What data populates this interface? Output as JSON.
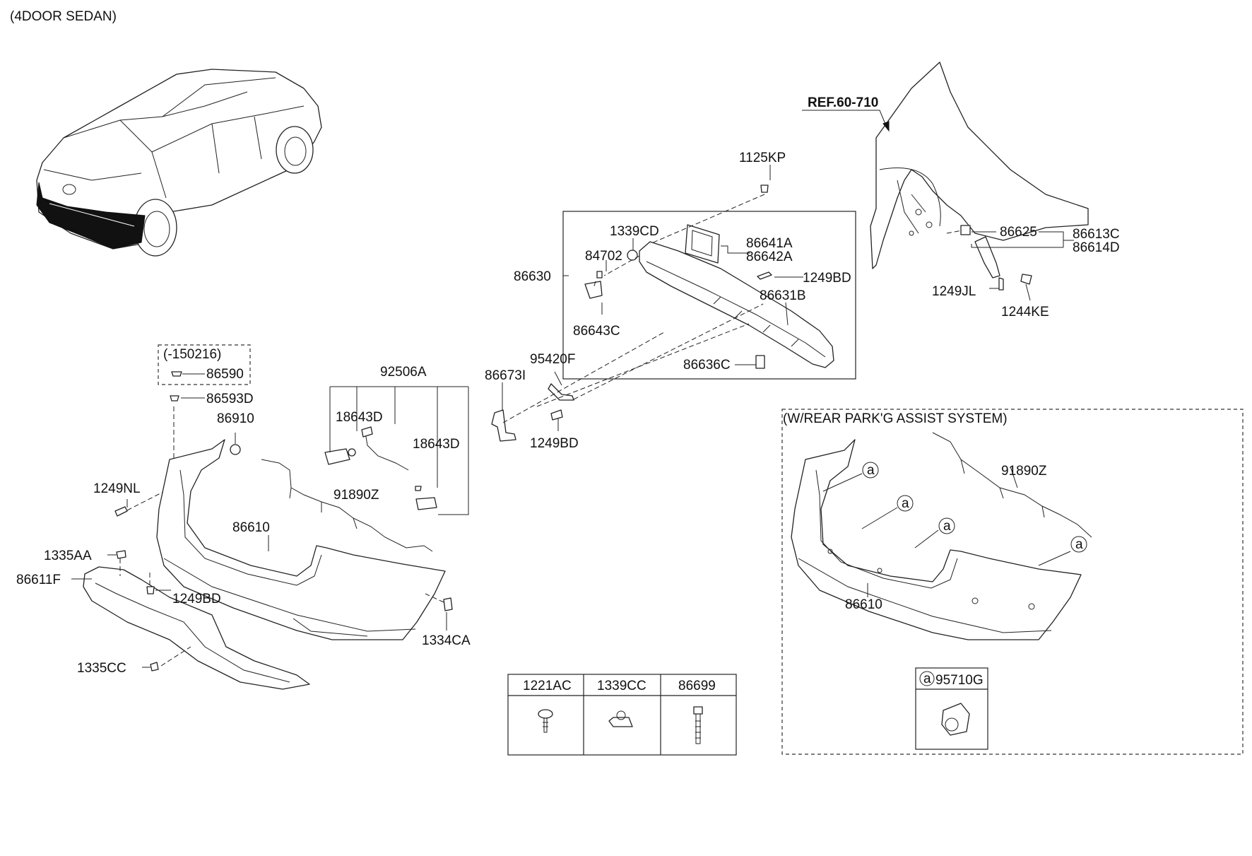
{
  "header": {
    "variant": "(4DOOR SEDAN)"
  },
  "ref": "REF.60-710",
  "boxes": {
    "date_note": "(-150216)",
    "park_assist": "(W/REAR PARK'G ASSIST SYSTEM)",
    "callout_letter": "a",
    "sensor_part": "95710G"
  },
  "parts": {
    "p1125KP": "1125KP",
    "p1339CD": "1339CD",
    "p86641A": "86641A",
    "p86642A": "86642A",
    "p84702": "84702",
    "p86630": "86630",
    "p1249BD_a": "1249BD",
    "p86631B": "86631B",
    "p86643C": "86643C",
    "p86636C": "86636C",
    "p86625": "86625",
    "p86613C": "86613C",
    "p86614D": "86614D",
    "p1249JL": "1249JL",
    "p1244KE": "1244KE",
    "p86590": "86590",
    "p86593D": "86593D",
    "p86910": "86910",
    "p92506A": "92506A",
    "p18643D_a": "18643D",
    "p18643D_b": "18643D",
    "p91890Z_a": "91890Z",
    "p86673I": "86673I",
    "p95420F": "95420F",
    "p1249BD_b": "1249BD",
    "p1249NL": "1249NL",
    "p86610_a": "86610",
    "p1335AA": "1335AA",
    "p86611F": "86611F",
    "p1249BD_c": "1249BD",
    "p1334CA": "1334CA",
    "p1335CC": "1335CC",
    "p91890Z_b": "91890Z",
    "p86610_b": "86610"
  },
  "fastener_table": {
    "headers": [
      "1221AC",
      "1339CC",
      "86699"
    ],
    "icons": [
      "screw-icon",
      "nut-icon",
      "bolt-icon"
    ]
  }
}
